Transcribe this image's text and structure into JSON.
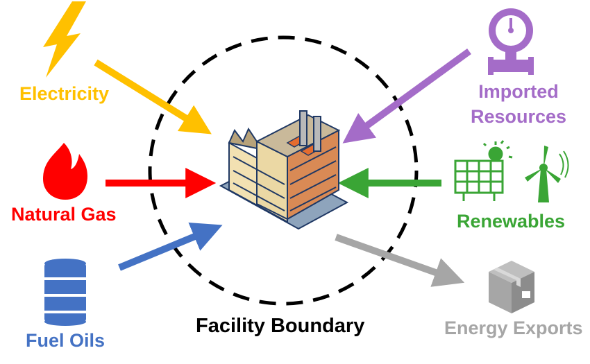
{
  "colors": {
    "electricity": "#FFC000",
    "natural_gas": "#FF0000",
    "fuel_oils": "#4472C4",
    "imported": "#A46CC8",
    "renewables": "#3AA535",
    "exports": "#A6A6A6",
    "boundary": "#000000"
  },
  "labels": {
    "electricity": "Electricity",
    "natural_gas": "Natural Gas",
    "fuel_oils": "Fuel Oils",
    "imported_line1": "Imported",
    "imported_line2": "Resources",
    "renewables": "Renewables",
    "energy_exports": "Energy Exports",
    "facility_boundary": "Facility Boundary"
  },
  "icons": {
    "electricity": "lightning-bolt-icon",
    "natural_gas": "flame-icon",
    "fuel_oils": "oil-barrel-icon",
    "imported": "pressure-gauge-icon",
    "renewables": [
      "solar-panel-icon",
      "wind-turbine-icon"
    ],
    "energy_exports": "box-icon",
    "facility": "factory-icon"
  }
}
